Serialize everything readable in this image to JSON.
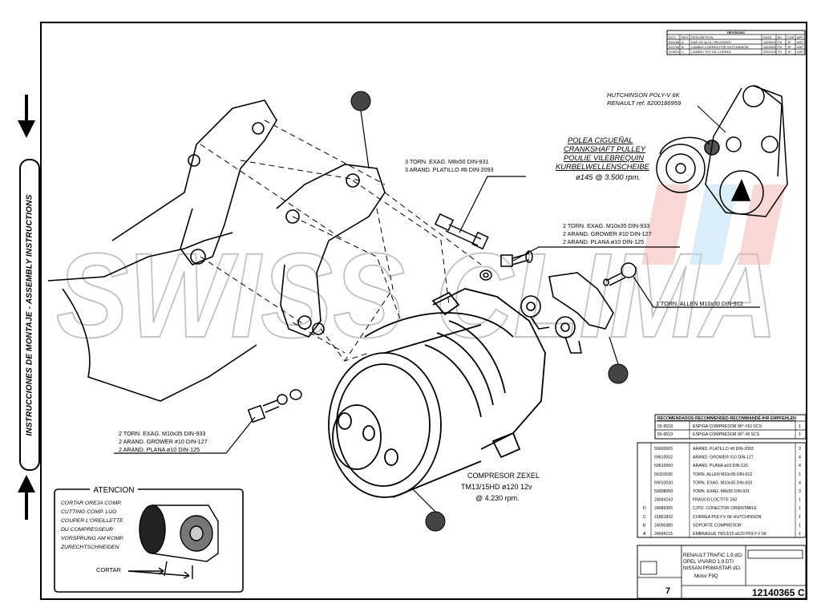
{
  "side_title": "INSTRUCCIONES DE MONTAJE - ASSEMBLY INSTRUCTIONS",
  "watermark": "SWISS CLIMA",
  "revisions": {
    "heading": "REVISIONS",
    "columns": [
      "ECO",
      "REV",
      "DESCRIPTION",
      "DATE",
      "BY",
      "CHK",
      "APP"
    ],
    "rows": [
      [
        "001165",
        "A",
        "DAR DE ALTA / RELEASED",
        "15/05/01",
        "PV",
        "JP",
        "ASP"
      ],
      [
        "002790",
        "B",
        "CAMBIO CORREA POR HUTCHINSON",
        "26/03/02",
        "PV",
        "JP",
        "ASP"
      ],
      [
        "003874",
        "C",
        "CAMBIO TPO DE CORREA",
        "29/01/03",
        "PV",
        "JP",
        "ASP"
      ]
    ]
  },
  "labels": {
    "belt_line1": "HUTCHINSON POLY-V 6K",
    "belt_line2": "RENAULT ref. 8200186959",
    "pulley_line1": "POLEA CIGUEÑAL",
    "pulley_line2": "CRANKSHAFT PULLEY",
    "pulley_line3": "POULIE VILEBREQUIN",
    "pulley_line4": "KURBELWELLENSCHEIBE",
    "pulley_line5": "ø145 @ 3.500 rpm.",
    "screws_a1": "3 TORN. EXAG. M8x50 DIN-931",
    "screws_a2": "3 ARAND. PLATILLO #8 DIN-2093",
    "screws_b1": "2 TORN. EXAG. M10x35 DIN-933",
    "screws_b2": "2 ARAND. GROWER #10 DIN-127",
    "screws_b3": "2 ARAND. PLANA ø10 DIN-125",
    "allen": "1 TORN. ALLEN M10x30 DIN-912",
    "screws_c1": "2 TORN. EXAG. M10x35 DIN-933",
    "screws_c2": "2 ARAND. GROWER #10 DIN-127",
    "screws_c3": "2 ARAND. PLANA ø10 DIN-125",
    "compressor1": "COMPRESOR ZEXEL",
    "compressor2": "TM13/15HD ø120 12v",
    "compressor3": "@ 4.230 rpm."
  },
  "warning": {
    "title": "ATENCION",
    "lines": [
      "CORTAR OREJA COMP.",
      "CUTTING COMP. LUG",
      "COUPER L'OREILLETTE",
      "DU COMPRESSEUR",
      "VORSPRUNG AM KOMP.",
      "ZURECHTSCHNEIDEN"
    ],
    "cut_label": "CORTAR"
  },
  "recommended": {
    "heading": "RECOMENDADOS-RECOMMENDED-RECOMMANDÉ-IHR EMPFEHLEN",
    "rows": [
      [
        "55-9518",
        "ESPIGA COMPRESOR 90° #10 SCS",
        "1"
      ],
      [
        "55-9519",
        "ESPIGA COMPRESOR 90° #8 SCS",
        "1"
      ]
    ]
  },
  "parts": [
    [
      "",
      "59600005",
      "ARAND. PLATILLO #8 DIN-2093",
      "3"
    ],
    [
      "",
      "59610002",
      "ARAND. GROWER #10 DIN-127",
      "4"
    ],
    [
      "",
      "59610000",
      "ARAND. PLANA ø10 DIN-125",
      "4"
    ],
    [
      "",
      "59110030",
      "TORN. ALLEN M10x30 DIN-912",
      "1"
    ],
    [
      "",
      "59010030",
      "TORN. EXAG. M10x35 DIN-933",
      "4"
    ],
    [
      "",
      "59008050",
      "TORN. EXAG. M8x50 DIN-931",
      "3"
    ],
    [
      "",
      "24093243",
      "FRASCO LOCTITE 243",
      "1"
    ],
    [
      "D",
      "24089365",
      "CJTO. CONECTOR ORIENTABLE",
      "1"
    ],
    [
      "C",
      "21861832",
      "CORREA POLY-V 6K HUTCHINSON",
      "1"
    ],
    [
      "B",
      "24090385",
      "SOPORTE COMPRESOR",
      "1"
    ],
    [
      "A",
      "24094113",
      "EMBRAGUE TM13/15 ø120 POLY-V 6K",
      "1"
    ]
  ],
  "title_block": {
    "vehicle1": "RENAULT TRAFIC 1.9 dCi",
    "vehicle2": "OPEL VIVARO 1.9 DTI",
    "vehicle3": "NISSAN PRIMASTAR dCi",
    "motor": "Motor F9Q",
    "sheet": "7",
    "drawing_number": "12140365",
    "revision": "C"
  }
}
